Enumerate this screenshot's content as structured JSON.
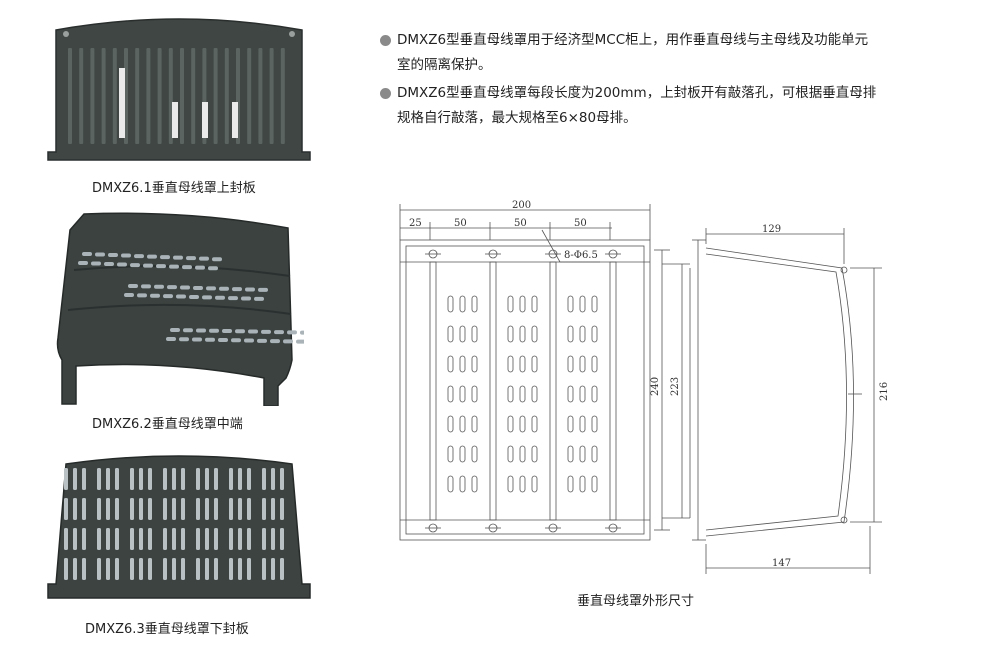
{
  "products": [
    {
      "caption": "DMXZ6.1垂直母线罩上封板",
      "image": "top-cover-plate-photo"
    },
    {
      "caption": "DMXZ6.2垂直母线罩中端",
      "image": "middle-section-photo"
    },
    {
      "caption": "DMXZ6.3垂直母线罩下封板",
      "image": "bottom-cover-plate-photo"
    }
  ],
  "description": {
    "bullet_color": "#8a8a8a",
    "bullets": [
      {
        "line1": "DMXZ6型垂直母线罩用于经济型MCC柜上，用作垂直母线与主母线及功能单元",
        "line2": "室的隔离保护。"
      },
      {
        "line1": "DMXZ6型垂直母线罩每段长度为200mm，上封板开有敲落孔，可根据垂直母排",
        "line2": "规格自行敲落，最大规格至6×80母排。"
      }
    ]
  },
  "drawing": {
    "caption": "垂直母线罩外形尺寸",
    "front_view": {
      "overall_width": "200",
      "segments": [
        "25",
        "50",
        "50",
        "50"
      ],
      "hole_note": "8-Φ6.5",
      "height_outer": "240",
      "height_inner": "223"
    },
    "side_view": {
      "top_width": "129",
      "bottom_width": "147",
      "height": "216"
    }
  }
}
